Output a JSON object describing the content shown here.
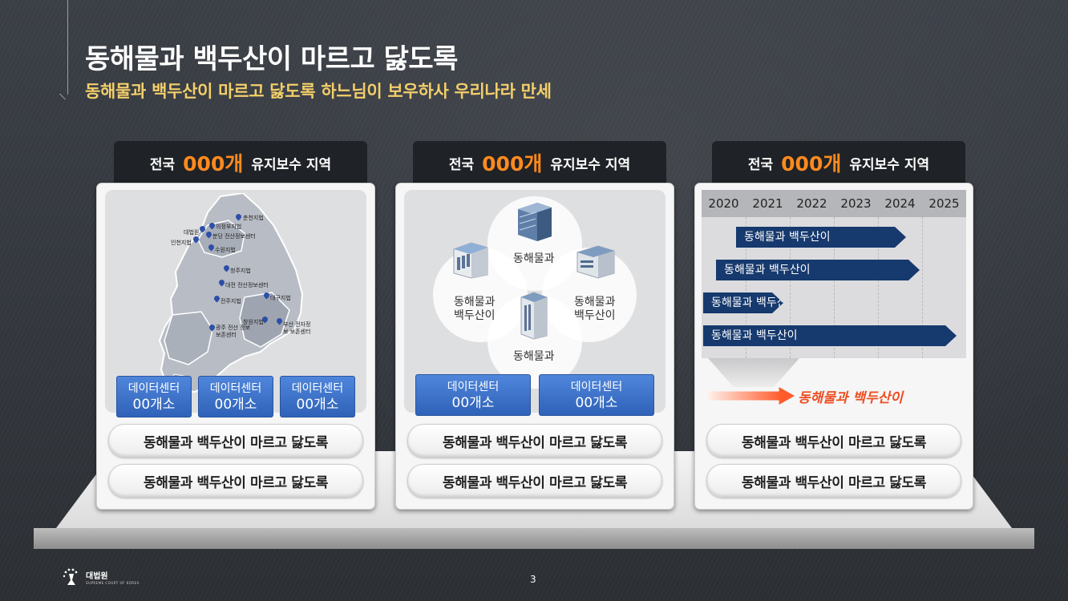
{
  "title": "동해물과 백두산이 마르고 닳도록",
  "subtitle": "동해물과 백두산이 마르고 닳도록 하느님이 보우하사 우리나라 만세",
  "panels": [
    {
      "tab": {
        "pre": "전국",
        "big": "000개",
        "post": "유지보수 지역"
      },
      "map_labels": [
        "춘천지법",
        "대법원",
        "의정부지법",
        "분당 전산정보센터",
        "인천지법",
        "수원지법",
        "청주지법",
        "대전 전산정보센터",
        "대구지법",
        "전주지법",
        "창원지법",
        "광주 전산 정보보존센터",
        "부산 전자정보 보존센터"
      ],
      "datacenters": [
        {
          "label": "데이터센터",
          "count": "00개소"
        },
        {
          "label": "데이터센터",
          "count": "00개소"
        },
        {
          "label": "데이터센터",
          "count": "00개소"
        }
      ],
      "pills": [
        "동해물과 백두산이 마르고 닳도록",
        "동해물과 백두산이 마르고 닳도록"
      ]
    },
    {
      "tab": {
        "pre": "전국",
        "big": "000개",
        "post": "유지보수 지역"
      },
      "circles": [
        "동해물과",
        "동해물과\n백두산이",
        "동해물과\n백두산이",
        "동해물과"
      ],
      "datacenters": [
        {
          "label": "데이터센터",
          "count": "00개소"
        },
        {
          "label": "데이터센터",
          "count": "00개소"
        }
      ],
      "pills": [
        "동해물과 백두산이 마르고 닳도록",
        "동해물과 백두산이 마르고 닳도록"
      ]
    },
    {
      "tab": {
        "pre": "전국",
        "big": "000개",
        "post": "유지보수 지역"
      },
      "years": [
        "2020",
        "2021",
        "2022",
        "2023",
        "2024",
        "2025"
      ],
      "bars": [
        "동해물과 백두산이",
        "동해물과 백두산이",
        "동해물과 백두산이",
        "동해물과 백두산이"
      ],
      "result": "동해물과 백두산이",
      "pills": [
        "동해물과 백두산이 마르고 닳도록",
        "동해물과 백두산이 마르고 닳도록"
      ]
    }
  ],
  "footer": {
    "logo_name": "대법원",
    "logo_sub": "SUPREME COURT OF KOREA",
    "page": "3"
  },
  "colors": {
    "accent_orange": "#ff8a1e",
    "subtitle_gold": "#f3cf6a",
    "blue": "#2f62b8",
    "navy": "#16396e",
    "red": "#ee4e22"
  }
}
